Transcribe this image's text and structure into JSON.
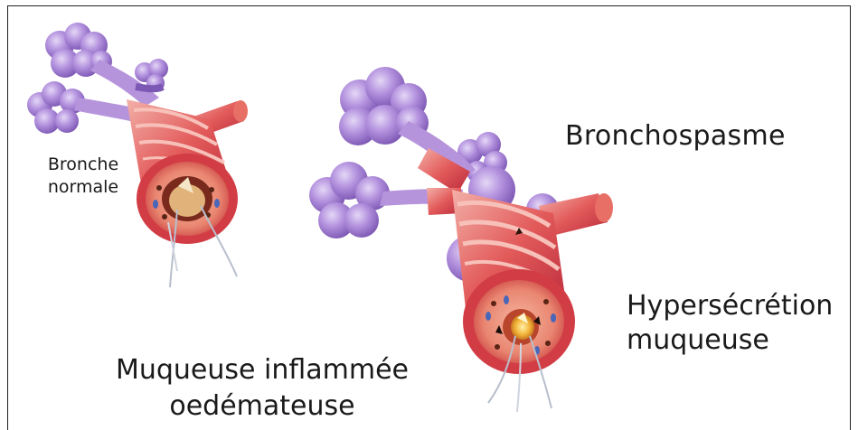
{
  "labels": {
    "normal_line1": "Bronche",
    "normal_line2": "normale",
    "bronchospasm": "Bronchospasme",
    "hypersecretion_line1": "Hypersécrétion",
    "hypersecretion_line2": "muqueuse",
    "inflamed_line1": "Muqueuse inflammée",
    "inflamed_line2": "oedémateuse"
  },
  "colors": {
    "alveoli": "#a987d6",
    "alveoli_dark": "#7c58b5",
    "alveoli_light": "#d3c0ef",
    "muscle": "#d9424a",
    "muscle_light": "#f0a3a0",
    "lumen_tissue": "#e97f6e",
    "mucus": "#f0b43c",
    "dark": "#3a1a12"
  }
}
